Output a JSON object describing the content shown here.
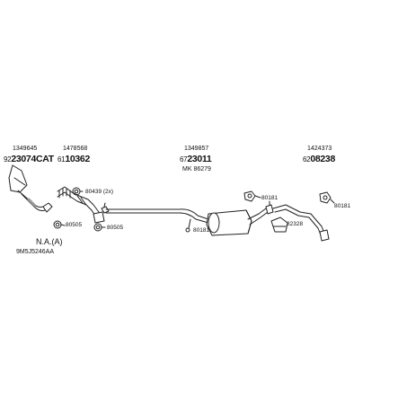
{
  "groups": [
    {
      "ref": "1349645",
      "prefix": "92",
      "code": "23074CAT"
    },
    {
      "ref": "1478568",
      "prefix": "61",
      "code": "10362"
    },
    {
      "ref": "1349857",
      "prefix": "67",
      "code": "23011",
      "mk": "MK  86279"
    },
    {
      "ref": "1424373",
      "prefix": "62",
      "code": "08238"
    }
  ],
  "callouts": {
    "c80439": "80439 (2x)",
    "c80505a": "80505",
    "c80505b": "80505",
    "c80181a": "80181",
    "c80181b": "80181",
    "c80181c": "80181",
    "c82328": "82328"
  },
  "note": {
    "na": "N.A.(A)",
    "code": "9M5J5246AA"
  },
  "colors": {
    "line": "#222222",
    "fill": "#ffffff",
    "shade": "#9a9a9a"
  }
}
